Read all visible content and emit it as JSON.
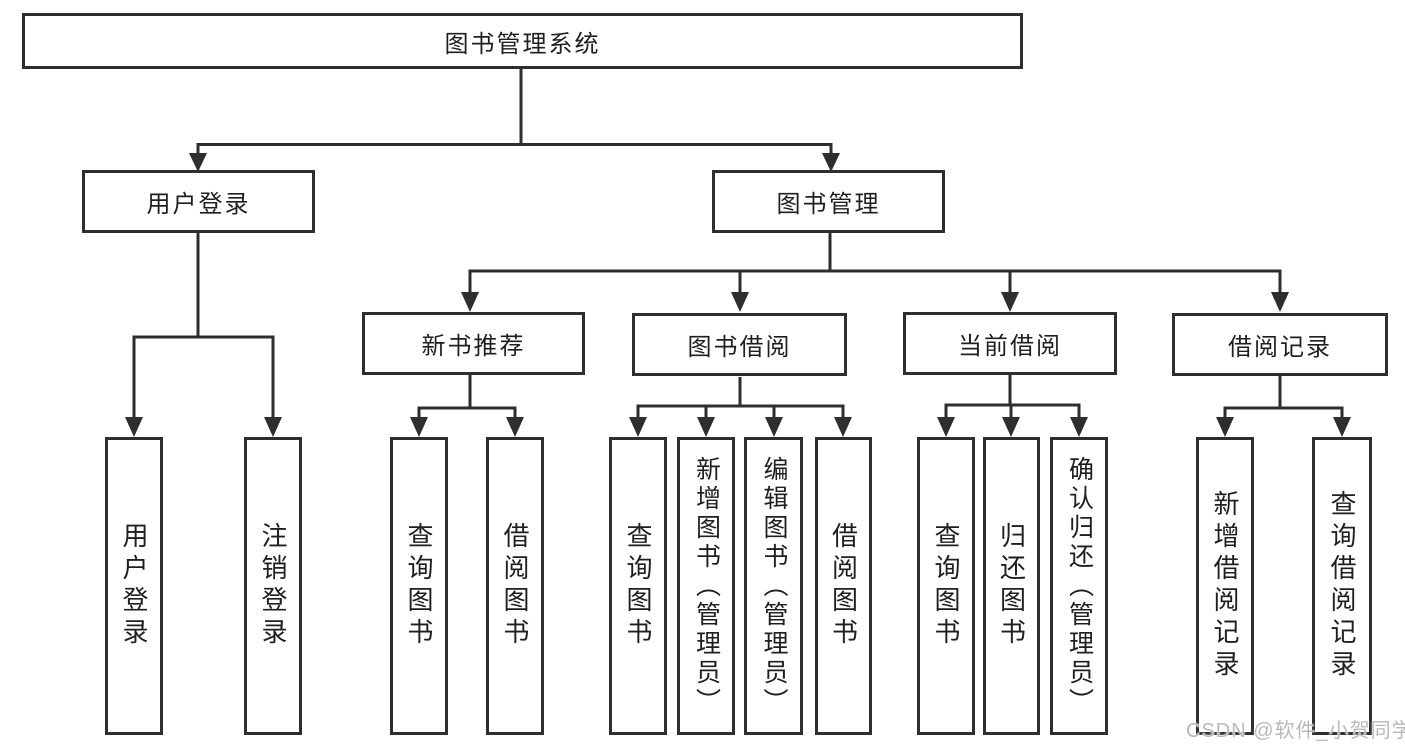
{
  "tree": {
    "label": "图书管理系统",
    "children": [
      {
        "label": "用户登录",
        "children": [
          {
            "label": "用户登录"
          },
          {
            "label": "注销登录"
          }
        ]
      },
      {
        "label": "图书管理",
        "children": [
          {
            "label": "新书推荐",
            "children": [
              {
                "label": "查询图书"
              },
              {
                "label": "借阅图书"
              }
            ]
          },
          {
            "label": "图书借阅",
            "children": [
              {
                "label": "查询图书"
              },
              {
                "label": "新增图书（管理员）"
              },
              {
                "label": "编辑图书（管理员）"
              },
              {
                "label": "借阅图书"
              }
            ]
          },
          {
            "label": "当前借阅",
            "children": [
              {
                "label": "查询图书"
              },
              {
                "label": "归还图书"
              },
              {
                "label": "确认归还（管理员）"
              }
            ]
          },
          {
            "label": "借阅记录",
            "children": [
              {
                "label": "新增借阅记录"
              },
              {
                "label": "查询借阅记录"
              }
            ]
          }
        ]
      }
    ]
  },
  "watermark": "CSDN @软件_小贺同学",
  "colors": {
    "line": "#2e2e2e",
    "text": "#1f1f1f",
    "watermark": "#b9b9b9",
    "background": "#ffffff"
  }
}
